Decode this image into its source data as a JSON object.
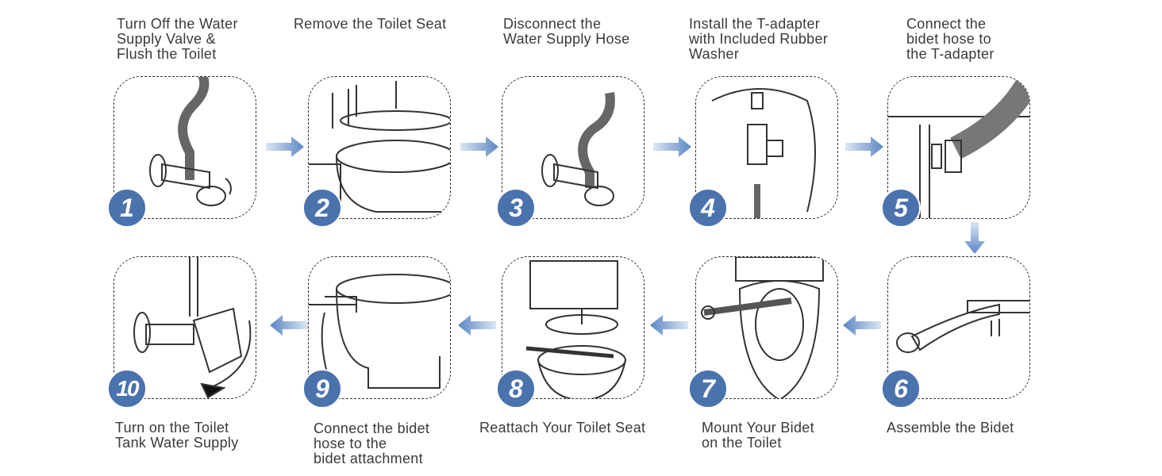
{
  "steps": [
    {
      "number": "1",
      "label": "Turn Off the Water\nSupply Valve &\nFlush the Toilet"
    },
    {
      "number": "2",
      "label": "Remove the Toilet Seat"
    },
    {
      "number": "3",
      "label": "Disconnect the\nWater Supply Hose"
    },
    {
      "number": "4",
      "label": "Install the T-adapter\nwith Included Rubber\nWasher"
    },
    {
      "number": "5",
      "label": "Connect the\nbidet hose to\nthe T-adapter"
    },
    {
      "number": "6",
      "label": "Assemble the Bidet"
    },
    {
      "number": "7",
      "label": "Mount Your Bidet\non the Toilet"
    },
    {
      "number": "8",
      "label": "Reattach Your Toilet Seat"
    },
    {
      "number": "9",
      "label": "Connect the bidet\nhose to the\nbidet attachment"
    },
    {
      "number": "10",
      "label": "Turn on the Toilet\nTank Water Supply"
    }
  ],
  "colors": {
    "accent": "#4a72ad",
    "arrow": "#5b86c4"
  }
}
